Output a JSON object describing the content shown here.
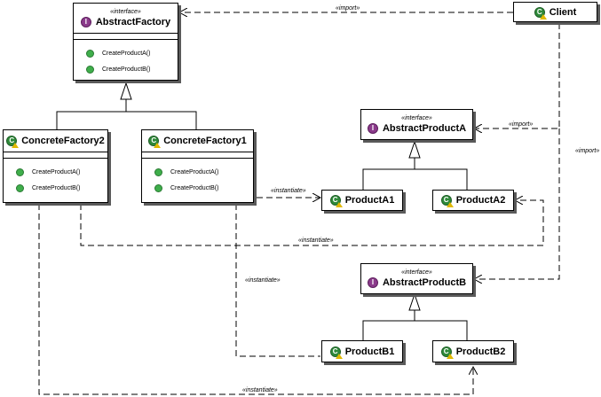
{
  "abstract_factory": {
    "stereotype": "«interface»",
    "name": "AbstractFactory",
    "operations": [
      "CreateProductA()",
      "CreateProductB()"
    ]
  },
  "concrete_factory_2": {
    "name": "ConcreteFactory2",
    "operations": [
      "CreateProductA()",
      "CreateProductB()"
    ]
  },
  "concrete_factory_1": {
    "name": "ConcreteFactory1",
    "operations": [
      "CreateProductA()",
      "CreateProductB()"
    ]
  },
  "client": {
    "name": "Client"
  },
  "abstract_product_a": {
    "stereotype": "«interface»",
    "name": "AbstractProductA"
  },
  "abstract_product_b": {
    "stereotype": "«interface»",
    "name": "AbstractProductB"
  },
  "product_a1": {
    "name": "ProductA1"
  },
  "product_a2": {
    "name": "ProductA2"
  },
  "product_b1": {
    "name": "ProductB1"
  },
  "product_b2": {
    "name": "ProductB2"
  },
  "labels": {
    "import_factory": "«import»",
    "import_a": "«import»",
    "import_b": "«import»",
    "instantiate_a1": "«instantiate»",
    "instantiate_a2": "«instantiate»",
    "instantiate_b1": "«instantiate»",
    "instantiate_b2": "«instantiate»"
  },
  "icons": {
    "interface": "I",
    "class": "C"
  },
  "colors": {
    "interface_icon": "#8b3a8b",
    "class_icon": "#2f8a3a",
    "operation_dot": "#3fae4b"
  }
}
